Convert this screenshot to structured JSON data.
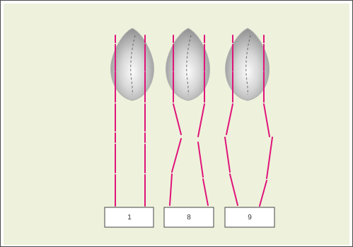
{
  "diagram": {
    "background_color": "#eef2dc",
    "line_color": "#e0147a",
    "box_border_color": "#444444",
    "seed_color": "#bdbdbd",
    "items": [
      {
        "label": "1"
      },
      {
        "label": "8"
      },
      {
        "label": "9"
      }
    ]
  }
}
